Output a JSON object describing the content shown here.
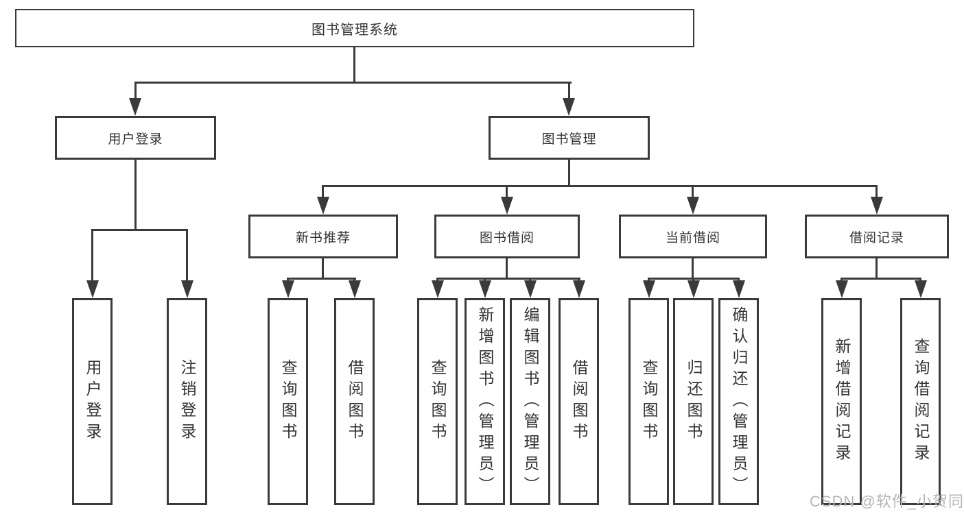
{
  "colors": {
    "line": "#3a3a3a",
    "box_background": "#ffffff",
    "text": "#333333",
    "watermark": "#b6b6b6"
  },
  "watermark": {
    "text": "CSDN @软件_小贺同学"
  },
  "tree": {
    "root": {
      "label": "图书管理系统"
    },
    "branches": [
      {
        "label": "用户登录",
        "children": [
          {
            "label": "用户登录"
          },
          {
            "label": "注销登录"
          }
        ]
      },
      {
        "label": "图书管理",
        "children": [
          {
            "label": "新书推荐",
            "children": [
              {
                "label": "查询图书"
              },
              {
                "label": "借阅图书"
              }
            ]
          },
          {
            "label": "图书借阅",
            "children": [
              {
                "label": "查询图书"
              },
              {
                "label": "新增图书（管理员）"
              },
              {
                "label": "编辑图书（管理员）"
              },
              {
                "label": "借阅图书"
              }
            ]
          },
          {
            "label": "当前借阅",
            "children": [
              {
                "label": "查询图书"
              },
              {
                "label": "归还图书"
              },
              {
                "label": "确认归还（管理员）"
              }
            ]
          },
          {
            "label": "借阅记录",
            "children": [
              {
                "label": "新增借阅记录"
              },
              {
                "label": "查询借阅记录"
              }
            ]
          }
        ]
      }
    ]
  }
}
